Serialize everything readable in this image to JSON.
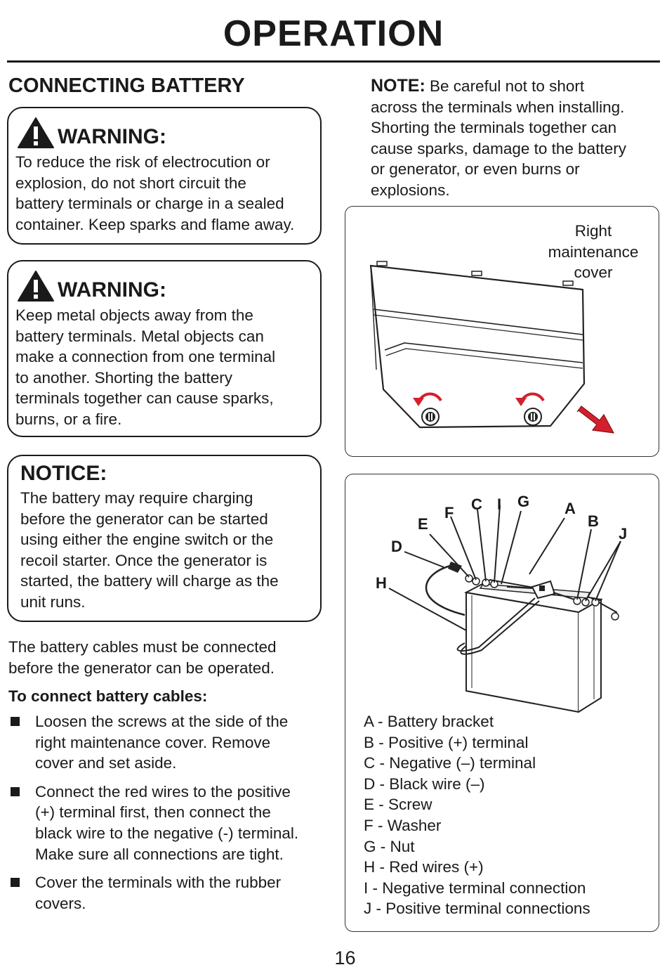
{
  "header": {
    "title": "OPERATION"
  },
  "section": {
    "title": "CONNECTING BATTERY"
  },
  "warning1": {
    "label": "WARNING:",
    "lines": [
      "To reduce the risk of electrocution or",
      "explosion, do not short circuit the",
      "battery terminals or charge in a sealed",
      "container. Keep sparks and flame away."
    ]
  },
  "warning2": {
    "label": "WARNING:",
    "lines": [
      "Keep metal objects away from the",
      "battery terminals. Metal objects can",
      "make a connection from one terminal",
      "to another. Shorting the battery",
      "terminals together can cause sparks,",
      "burns, or a fire."
    ]
  },
  "notice": {
    "label": "NOTICE:",
    "lines": [
      "The battery may require charging",
      "before the generator can be started",
      "using either the engine switch or the",
      "recoil starter. Once the generator is",
      "started, the battery will charge as the",
      "unit runs."
    ]
  },
  "intro": {
    "lines": [
      "The battery cables must be connected",
      "before the generator can be operated."
    ]
  },
  "steps": {
    "heading": "To connect battery cables:",
    "items": [
      [
        "Loosen the screws at the side of the",
        "right maintenance cover. Remove",
        "cover and set aside."
      ],
      [
        "Connect the red wires to the positive",
        "(+) terminal first, then connect the",
        "black wire to the negative (-) terminal.",
        "Make sure all connections are tight."
      ],
      [
        "Cover the terminals with the rubber",
        "covers."
      ]
    ]
  },
  "note": {
    "label": "NOTE:",
    "lines": [
      " Be careful not to short",
      "across the terminals when installing.",
      "Shorting the terminals together can",
      "cause sparks, damage to the battery",
      "or generator, or even burns or",
      "explosions."
    ]
  },
  "figure1": {
    "caption": [
      "Right",
      "maintenance",
      "cover"
    ]
  },
  "figure2": {
    "labels": {
      "A": "A",
      "B": "B",
      "C": "C",
      "D": "D",
      "E": "E",
      "F": "F",
      "G": "G",
      "H": "H",
      "I": "I",
      "J": "J"
    },
    "legend": [
      "A - Battery bracket",
      "B - Positive (+) terminal",
      "C - Negative (–) terminal",
      "D - Black wire (–)",
      "E - Screw",
      "F - Washer",
      "G - Nut",
      "H - Red wires (+)",
      "I - Negative terminal connection",
      "J - Positive terminal connections"
    ]
  },
  "footer": {
    "page_number": "16"
  },
  "icons": {
    "warning": "warning-triangle-icon",
    "arrow": "red-arrow-icon"
  },
  "colors": {
    "accent_red": "#d4202e",
    "text": "#1a1a1a"
  }
}
